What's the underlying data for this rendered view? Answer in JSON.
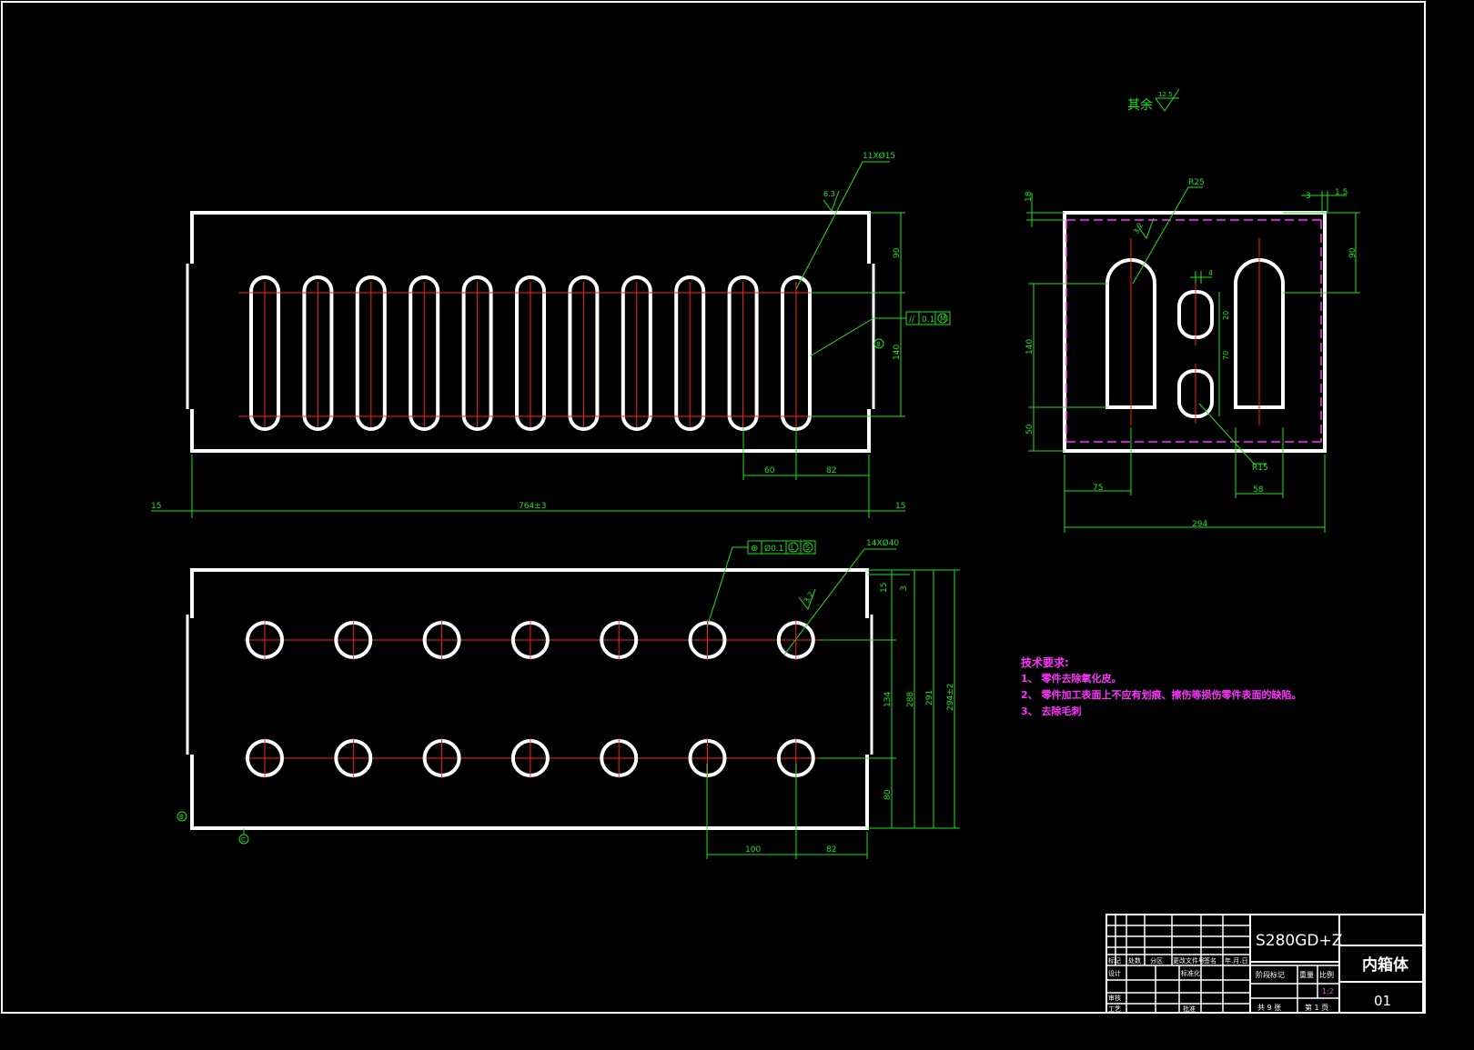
{
  "colors": {
    "background": "#000000",
    "outline": "#ffffff",
    "dimension": "#19e519",
    "centerline": "#ff2020",
    "note": "#ff33ff"
  },
  "surface_note": {
    "text": "其余",
    "value": "12.5"
  },
  "top_view": {
    "slot_callout": "11XØ15",
    "roughness": "6.3",
    "tolerance": {
      "symbol": "//",
      "value": "0.1",
      "modifier": "M"
    },
    "datum": "B",
    "dims": {
      "d90": "90",
      "d140": "140",
      "d60": "60",
      "d82": "82",
      "len": "764±3",
      "e15a": "15",
      "e15b": "15"
    }
  },
  "bottom_view": {
    "hole_callout": "14XØ40",
    "position_tolerance": {
      "symbol": "⊕",
      "value": "Ø0.1",
      "mod1": "L",
      "mod2": "S"
    },
    "roughness": "3.2",
    "datum_a": "B",
    "datum_b": "C",
    "dims": {
      "d15": "15",
      "d3": "3",
      "d134": "134",
      "d80": "80",
      "d288": "288",
      "d291": "291",
      "d294": "294±2",
      "d100": "100",
      "d82": "82"
    }
  },
  "side_view": {
    "r25": "R25",
    "r15": "R15",
    "roughness": "3.2",
    "dims": {
      "d18": "18",
      "d3": "3",
      "d15": "1.5",
      "d4": "4",
      "d90": "90",
      "d140": "140",
      "d50": "50",
      "d20": "20",
      "d70": "70",
      "d75": "75",
      "d58": "58",
      "d294": "294"
    }
  },
  "tech_notes": {
    "title": "技术要求:",
    "items": [
      "1、 零件去除氧化皮。",
      "2、 零件加工表面上不应有划痕、擦伤等损伤零件表面的缺陷。",
      "3、 去除毛刺"
    ]
  },
  "title_block": {
    "material": "S280GD+Z",
    "part_name": "内箱体",
    "drawing_no": "01",
    "labels": {
      "biaoji": "标记",
      "chushu": "处数",
      "fenqu": "分区",
      "gengwenjian": "更改文件号",
      "qianming": "签名",
      "nianyueri": "年.月.日",
      "sheji": "设计",
      "biaozhunhua": "标准化",
      "shenhe": "审核",
      "gongyi": "工艺",
      "pizhun": "批准",
      "jieduan": "阶段标记",
      "zhongliang": "重量",
      "bili": "比例",
      "scale": "1:2",
      "gong": "共 9 张",
      "di": "第 1 页"
    }
  }
}
